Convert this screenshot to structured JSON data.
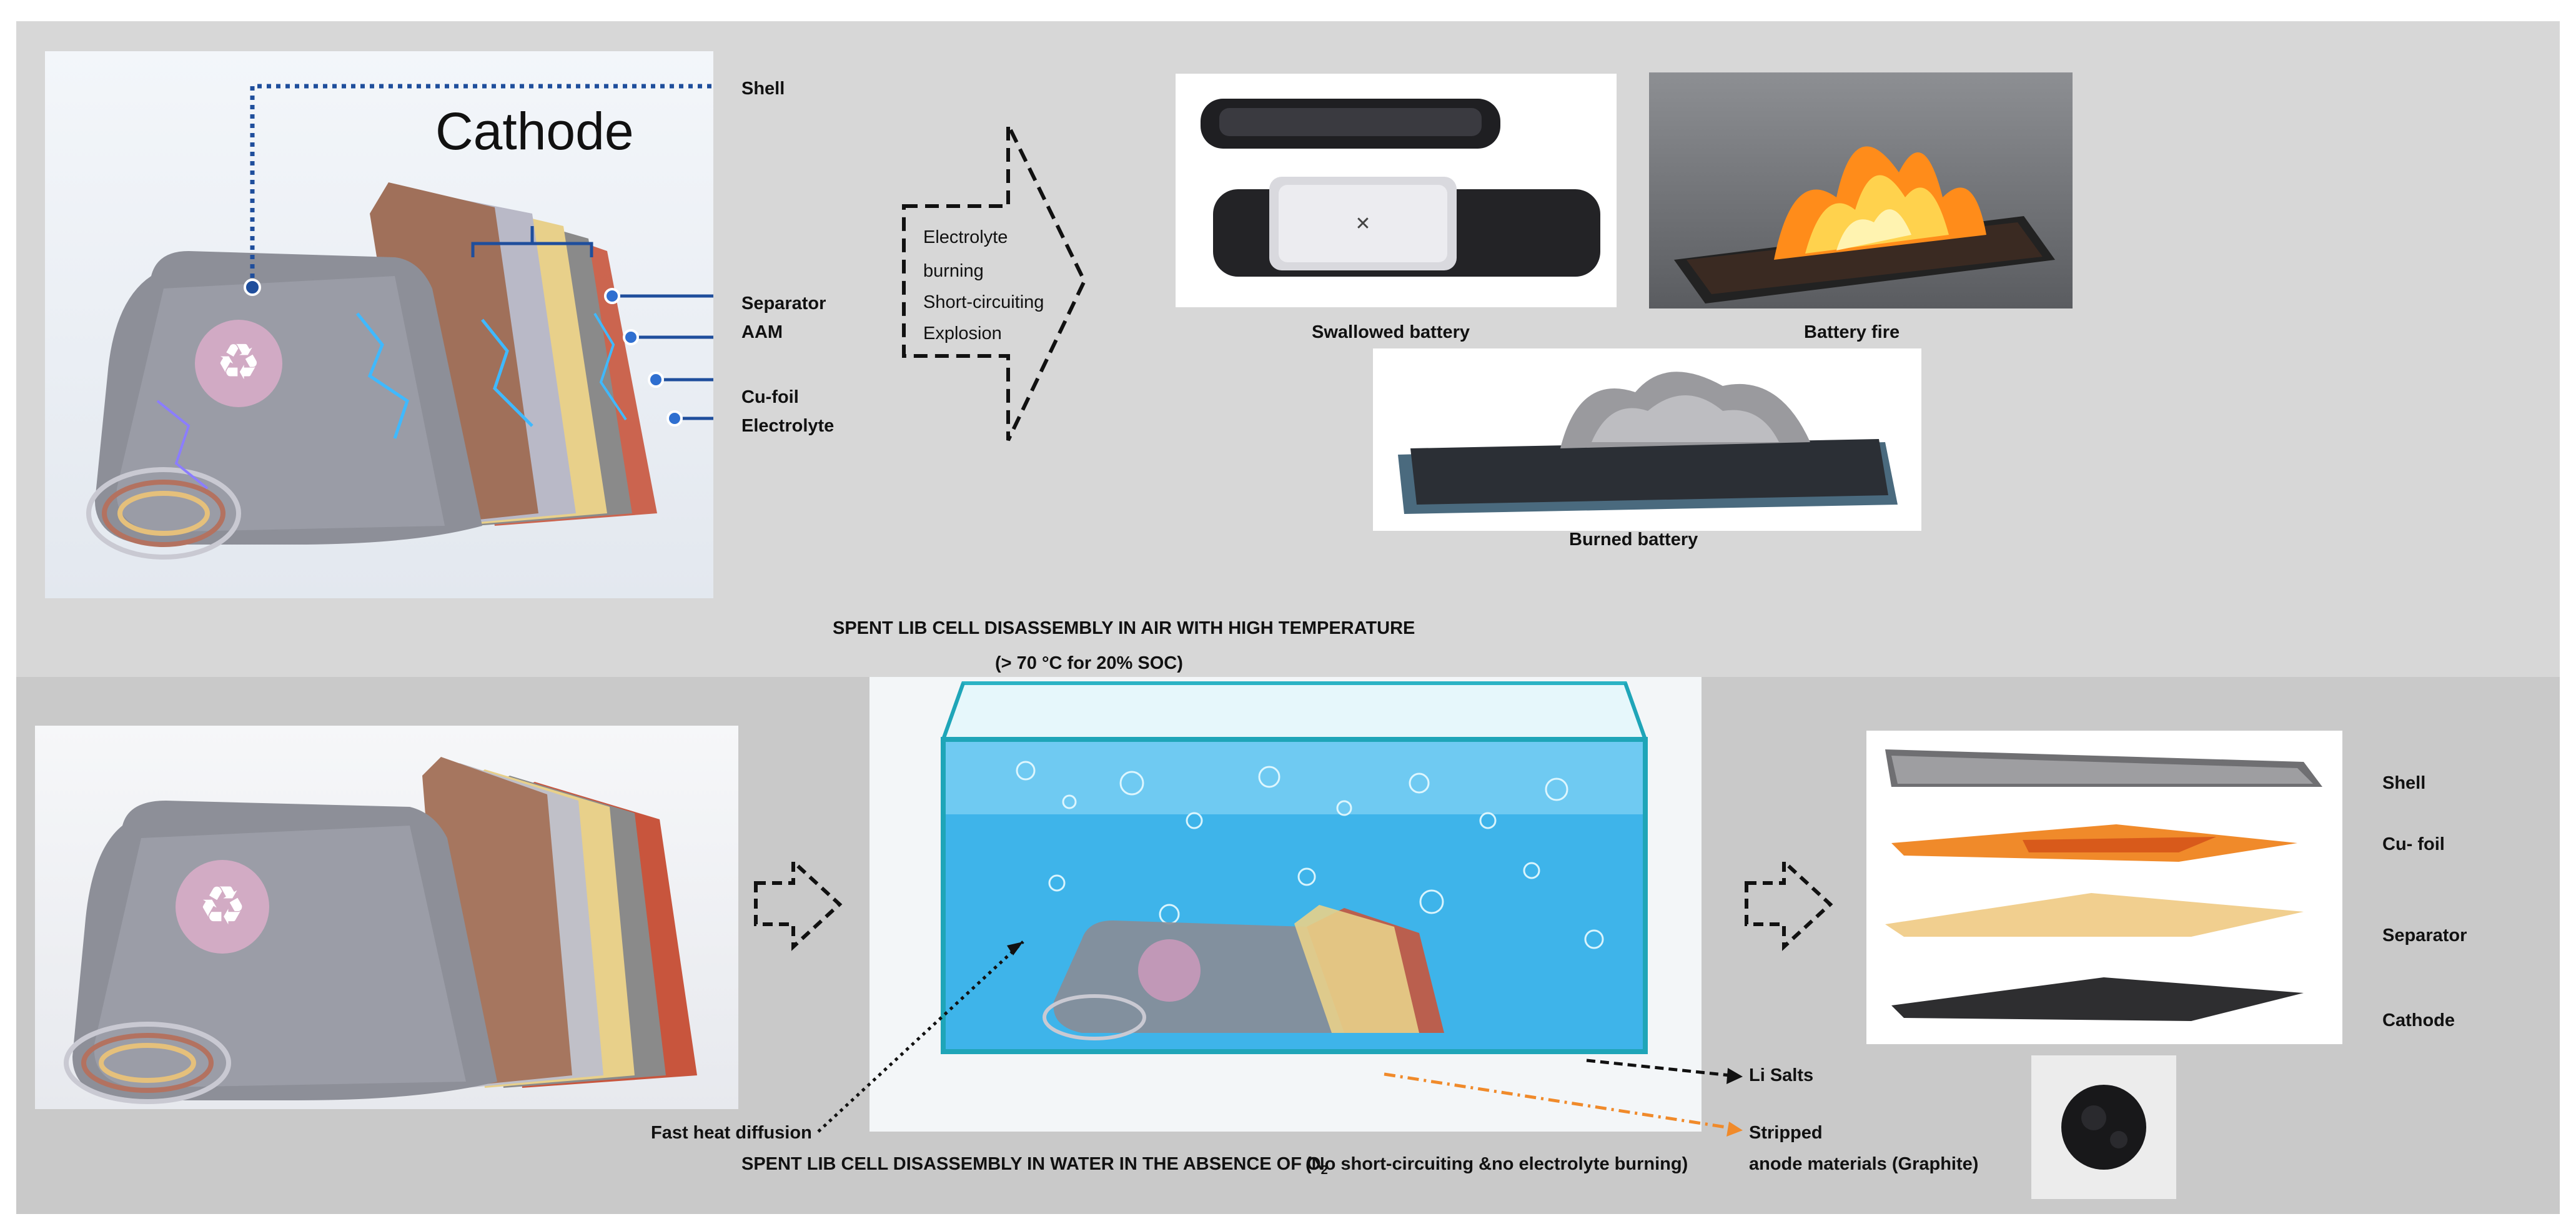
{
  "top": {
    "cathode_title": "Cathode",
    "labels": {
      "shell": "Shell",
      "separator": "Separator",
      "aam": "AAM",
      "cu_foil": "Cu-foil",
      "electrolyte": "Electrolyte"
    },
    "arrow_text": [
      "Electrolyte",
      "burning",
      "Short-circuiting",
      "Explosion"
    ],
    "captions": {
      "swallowed": "Swallowed battery",
      "fire": "Battery fire",
      "burned": "Burned battery"
    },
    "heading_line1": "SPENT LIB  CELL DISASSEMBLY IN AIR WITH HIGH TEMPERATURE",
    "heading_line2": "(> 70 °C for 20% SOC)"
  },
  "bottom": {
    "fast_heat": "Fast heat diffusion",
    "li_salts": "Li Salts",
    "stripped_line1": "Stripped",
    "stripped_line2": "anode materials  (Graphite)",
    "heading_main": "SPENT LIB CELL DISASSEMBLY IN WATER IN THE ABSENCE OF O",
    "heading_sub": "2",
    "heading_note": "(No short-circuiting &no electrolyte burning)",
    "components": {
      "shell": "Shell",
      "cu_foil": "Cu- foil",
      "separator": "Separator",
      "cathode": "Cathode"
    }
  },
  "colors": {
    "top_panel": "#d7d7d7",
    "bottom_panel": "#c9c9c9",
    "dotted_blue": "#1f4e9c",
    "water": "#5ec3ef",
    "orange_arrow": "#f08a2a"
  }
}
